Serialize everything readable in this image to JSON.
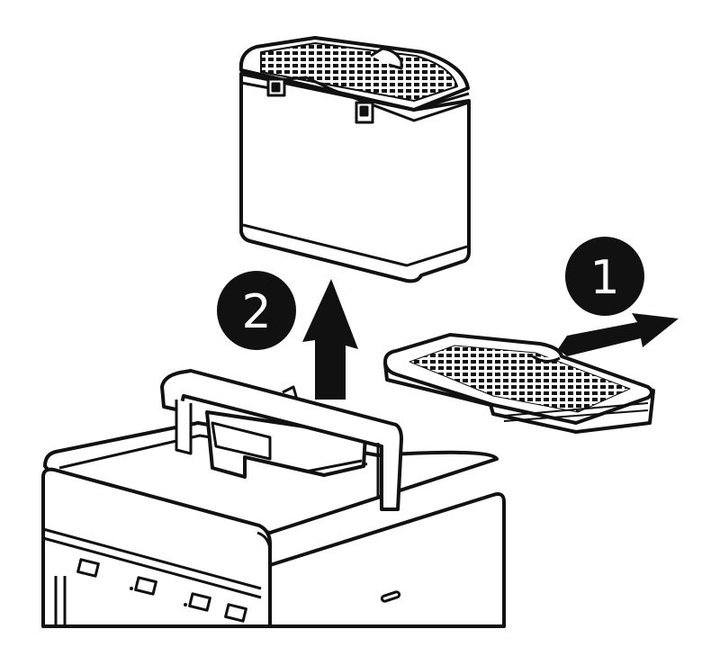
{
  "steps": [
    {
      "number": "1",
      "action": "slide-out-tray"
    },
    {
      "number": "2",
      "action": "lift-out-tank"
    }
  ],
  "colors": {
    "ink": "#111111",
    "paper": "#ffffff"
  },
  "icons": {
    "step1_arrow": "arrow-right-icon",
    "step2_arrow": "arrow-up-icon"
  }
}
